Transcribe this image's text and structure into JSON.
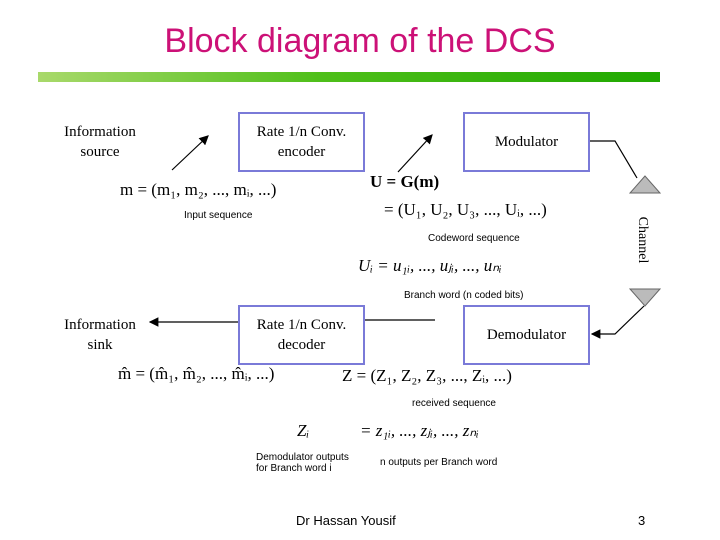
{
  "title": "Block diagram of the DCS",
  "blocks": {
    "source": "Information source",
    "encoder": "Rate 1/n Conv. encoder",
    "modulator": "Modulator",
    "sink": "Information sink",
    "decoder": "Rate 1/n Conv. decoder",
    "demodulator": "Demodulator"
  },
  "channel_label": "Channel",
  "equations": {
    "input_seq": "m = (m₁, m₂, ..., mᵢ, ...)",
    "input_caption": "Input sequence",
    "codeword_head": "U = G(m)",
    "codeword_seq": "= (U₁, U₂, U₃, ..., Uᵢ, ...)",
    "codeword_caption": "Codeword   sequence",
    "branch_word": "Uᵢ =  u₁ᵢ, ..., uⱼᵢ, ..., uₙᵢ",
    "branch_caption": "Branch  word  (n  coded  bits)",
    "estimate_seq": "m̂ = (m̂₁, m̂₂, ..., m̂ᵢ, ...)",
    "received_seq": "Z = (Z₁, Z₂, Z₃, ..., Zᵢ, ...)",
    "received_caption": "received sequence",
    "demod_lhs": "Zᵢ",
    "demod_rhs": "=   z₁ᵢ, ..., zⱼᵢ, ..., zₙᵢ",
    "demod_caption_1": "Demodulator outputs",
    "demod_caption_2": "for Branch word i",
    "n_outputs_caption": "n outputs per Branch word"
  },
  "footer": {
    "author": "Dr Hassan Yousif",
    "page": "3"
  },
  "colors": {
    "title": "#cc1177",
    "box_border": "#7a7ad8",
    "accent_box": "#e8732a"
  }
}
